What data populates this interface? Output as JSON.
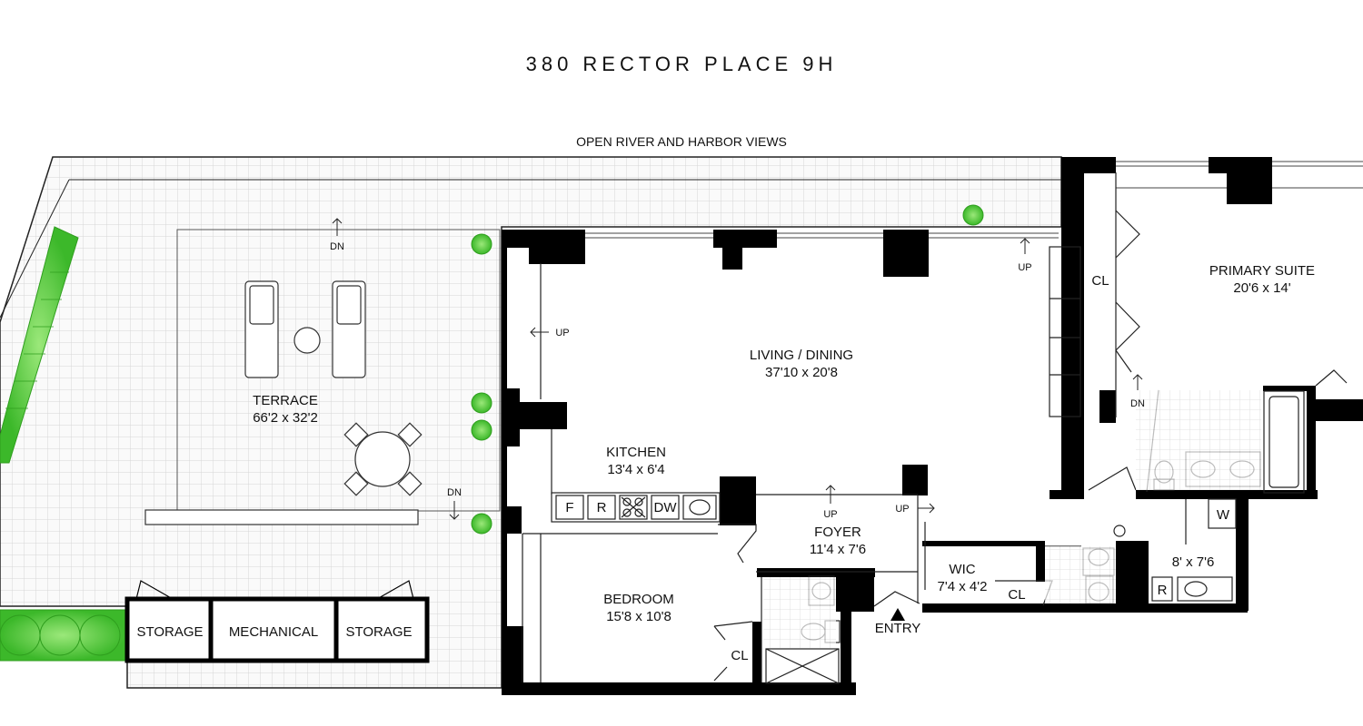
{
  "title": "380 RECTOR PLACE 9H",
  "view_note": "OPEN RIVER AND HARBOR VIEWS",
  "rooms": {
    "terrace": {
      "name": "TERRACE",
      "dims": "66'2 x 32'2"
    },
    "living": {
      "name": "LIVING / DINING",
      "dims": "37'10 x 20'8"
    },
    "kitchen": {
      "name": "KITCHEN",
      "dims": "13'4 x 6'4"
    },
    "foyer": {
      "name": "FOYER",
      "dims": "11'4 x 7'6"
    },
    "bedroom": {
      "name": "BEDROOM",
      "dims": "15'8 x 10'8"
    },
    "primary": {
      "name": "PRIMARY SUITE",
      "dims": "20'6 x 14'"
    },
    "wic": {
      "name": "WIC",
      "dims": "7'4 x 4'2"
    },
    "laundry": {
      "dims": "8' x 7'6"
    }
  },
  "labels": {
    "storage": "STORAGE",
    "mechanical": "MECHANICAL",
    "entry": "ENTRY",
    "closet": "CL",
    "up": "UP",
    "down": "DN",
    "washer": "W",
    "fridge": "F",
    "range": "R",
    "dishwasher": "DW"
  },
  "colors": {
    "wall": "#000000",
    "grid": "#d6d6d6",
    "plant": "#5fd23a",
    "plant_dark": "#2f9e1e"
  }
}
